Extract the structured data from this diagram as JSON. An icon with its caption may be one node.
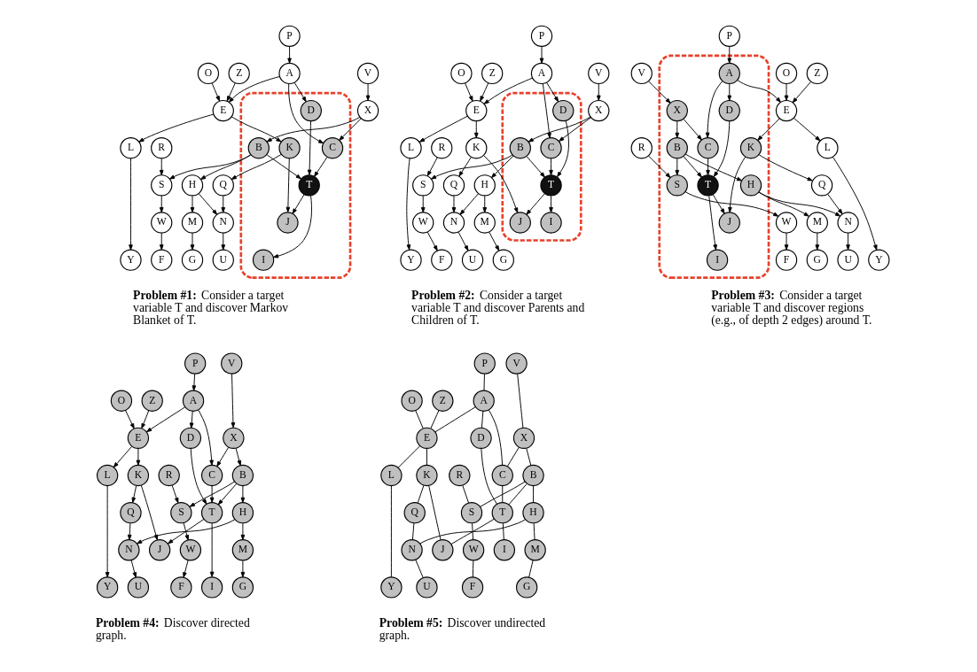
{
  "diagram": {
    "nodes": [
      {
        "text": [],
        "shape": "cloud"
      },
      {
        "text": [
          "V"
        ]
      },
      {
        "text": [
          "P"
        ]
      },
      {
        "text": [
          "X"
        ]
      },
      {
        "text": [
          "A"
        ]
      },
      {
        "text": [
          "Z"
        ]
      },
      {
        "text": [
          "O"
        ]
      },
      {
        "text": [
          "E"
        ]
      },
      {
        "text": [
          "R"
        ]
      },
      {
        "text": [
          "B"
        ],
        "in": 0
      },
      {
        "text": [
          "C"
        ],
        "in": 0
      },
      {
        "text": [
          "D"
        ],
        "in": 0
      },
      {
        "text": [
          "T"
        ],
        "in": 0
      },
      {
        "text": [
          "K"
        ],
        "in": 0
      },
      {
        "text": [
          "S"
        ]
      },
      {
        "text": [
          "H"
        ]
      },
      {
        "text": [
          "I"
        ],
        "in": 0
      },
      {
        "text": [
          "J"
        ],
        "in": 0
      },
      {
        "text": [
          "Q"
        ]
      },
      {
        "text": [
          "L"
        ]
      },
      {
        "text": [
          "W"
        ]
      },
      {
        "text": [
          "M"
        ]
      },
      {
        "text": [
          "N"
        ]
      },
      {
        "text": [
          "Y"
        ]
      },
      {
        "text": [
          "F"
        ]
      },
      {
        "text": [
          "G"
        ]
      },
      {
        "text": [
          "U"
        ]
      },
      {
        "text": [],
        "shape": "cloud"
      },
      {
        "text": [
          "V"
        ]
      },
      {
        "text": [
          "P"
        ]
      },
      {
        "text": [
          "X"
        ]
      },
      {
        "text": [
          "A"
        ]
      },
      {
        "text": [
          "Z"
        ]
      },
      {
        "text": [
          "O"
        ]
      },
      {
        "text": [
          "E"
        ]
      },
      {
        "text": [
          "R"
        ]
      },
      {
        "text": [
          "B"
        ],
        "in": 27
      },
      {
        "text": [
          "C"
        ],
        "in": 27
      },
      {
        "text": [
          "D"
        ],
        "in": 27
      },
      {
        "text": [
          "T"
        ],
        "in": 27
      },
      {
        "text": [
          "K"
        ]
      },
      {
        "text": [
          "S"
        ]
      },
      {
        "text": [
          "H"
        ]
      },
      {
        "text": [
          "I"
        ],
        "in": 27
      },
      {
        "text": [
          "J"
        ],
        "in": 27
      },
      {
        "text": [
          "Q"
        ]
      },
      {
        "text": [
          "L"
        ]
      },
      {
        "text": [
          "W"
        ]
      },
      {
        "text": [
          "M"
        ]
      },
      {
        "text": [
          "N"
        ]
      },
      {
        "text": [
          "Y"
        ]
      },
      {
        "text": [
          "F"
        ]
      },
      {
        "text": [
          "G"
        ]
      },
      {
        "text": [
          "U"
        ]
      },
      {
        "text": [],
        "shape": "cloud"
      },
      {
        "text": [
          "V"
        ]
      },
      {
        "text": [
          "P"
        ]
      },
      {
        "text": [
          "X"
        ],
        "in": 54
      },
      {
        "text": [
          "A"
        ],
        "in": 54
      },
      {
        "text": [
          "Z"
        ]
      },
      {
        "text": [
          "O"
        ]
      },
      {
        "text": [
          "E"
        ]
      },
      {
        "text": [
          "R"
        ]
      },
      {
        "text": [
          "B"
        ],
        "in": 54
      },
      {
        "text": [
          "C"
        ],
        "in": 54
      },
      {
        "text": [
          "D"
        ],
        "in": 54
      },
      {
        "text": [
          "T"
        ],
        "in": 54
      },
      {
        "text": [
          "K"
        ],
        "in": 54
      },
      {
        "text": [
          "S"
        ],
        "in": 54
      },
      {
        "text": [
          "H"
        ],
        "in": 54
      },
      {
        "text": [
          "I"
        ],
        "in": 54
      },
      {
        "text": [
          "J"
        ],
        "in": 54
      },
      {
        "text": [
          "Q"
        ]
      },
      {
        "text": [
          "L"
        ]
      },
      {
        "text": [
          "W"
        ]
      },
      {
        "text": [
          "M"
        ]
      },
      {
        "text": [
          "N"
        ]
      },
      {
        "text": [
          "Y"
        ]
      },
      {
        "text": [
          "F"
        ]
      },
      {
        "text": [
          "G"
        ]
      },
      {
        "text": [
          "U"
        ]
      },
      {
        "text": [
          "V"
        ]
      },
      {
        "text": [
          "P"
        ]
      },
      {
        "text": [
          "X"
        ]
      },
      {
        "text": [
          "A"
        ]
      },
      {
        "text": [
          "Z"
        ]
      },
      {
        "text": [
          "O"
        ]
      },
      {
        "text": [
          "E"
        ]
      },
      {
        "text": [
          "R"
        ]
      },
      {
        "text": [
          "B"
        ]
      },
      {
        "text": [
          "C"
        ]
      },
      {
        "text": [
          "D"
        ]
      },
      {
        "text": [
          "T"
        ]
      },
      {
        "text": [
          "K"
        ]
      },
      {
        "text": [
          "S"
        ]
      },
      {
        "text": [
          "H"
        ]
      },
      {
        "text": [
          "I"
        ]
      },
      {
        "text": [
          "J"
        ]
      },
      {
        "text": [
          "Q"
        ]
      },
      {
        "text": [
          "L"
        ]
      },
      {
        "text": [
          "W"
        ]
      },
      {
        "text": [
          "M"
        ]
      },
      {
        "text": [
          "N"
        ]
      },
      {
        "text": [
          "Y"
        ]
      },
      {
        "text": [
          "F"
        ]
      },
      {
        "text": [
          "G"
        ]
      },
      {
        "text": [
          "U"
        ]
      },
      {
        "text": [
          "V"
        ]
      },
      {
        "text": [
          "P"
        ]
      },
      {
        "text": [
          "X"
        ]
      },
      {
        "text": [
          "A"
        ]
      },
      {
        "text": [
          "Z"
        ]
      },
      {
        "text": [
          "O"
        ]
      },
      {
        "text": [
          "E"
        ]
      },
      {
        "text": [
          "R"
        ]
      },
      {
        "text": [
          "B"
        ]
      },
      {
        "text": [
          "C"
        ]
      },
      {
        "text": [
          "D"
        ]
      },
      {
        "text": [
          "T"
        ]
      },
      {
        "text": [
          "K"
        ]
      },
      {
        "text": [
          "S"
        ]
      },
      {
        "text": [
          "H"
        ]
      },
      {
        "text": [
          "I"
        ]
      },
      {
        "text": [
          "J"
        ]
      },
      {
        "text": [
          "Q"
        ]
      },
      {
        "text": [
          "L"
        ]
      },
      {
        "text": [
          "W"
        ]
      },
      {
        "text": [
          "M"
        ]
      },
      {
        "text": [
          "N"
        ]
      },
      {
        "text": [
          "Y"
        ]
      },
      {
        "text": [
          "F"
        ]
      },
      {
        "text": [
          "G"
        ]
      },
      {
        "text": [
          "U"
        ]
      }
    ],
    "edges": [
      {
        "from": 1,
        "to": 3,
        "arrow": "to"
      },
      {
        "from": 2,
        "to": 4,
        "arrow": "to"
      },
      {
        "from": 3,
        "to": 9,
        "arrow": "to"
      },
      {
        "from": 3,
        "to": 10,
        "arrow": "to"
      },
      {
        "from": 4,
        "to": 10,
        "arrow": "to"
      },
      {
        "from": 4,
        "to": 11,
        "arrow": "to"
      },
      {
        "from": 4,
        "to": 7,
        "arrow": "to"
      },
      {
        "from": 5,
        "to": 7,
        "arrow": "to"
      },
      {
        "from": 6,
        "to": 7,
        "arrow": "to"
      },
      {
        "from": 8,
        "to": 14,
        "arrow": "to"
      },
      {
        "from": 9,
        "to": 14,
        "arrow": "to"
      },
      {
        "from": 9,
        "to": 15,
        "arrow": "to"
      },
      {
        "from": 9,
        "to": 12,
        "arrow": "to"
      },
      {
        "from": 10,
        "to": 12,
        "arrow": "to"
      },
      {
        "from": 11,
        "to": 12,
        "arrow": "to"
      },
      {
        "from": 7,
        "to": 13,
        "arrow": "to"
      },
      {
        "from": 7,
        "to": 19,
        "arrow": "to"
      },
      {
        "from": 13,
        "to": 17,
        "arrow": "to"
      },
      {
        "from": 13,
        "to": 18,
        "arrow": "to"
      },
      {
        "from": 12,
        "to": 16,
        "arrow": "to"
      },
      {
        "from": 12,
        "to": 17,
        "arrow": "to"
      },
      {
        "from": 14,
        "to": 20,
        "arrow": "to"
      },
      {
        "from": 20,
        "to": 24,
        "arrow": "to"
      },
      {
        "from": 15,
        "to": 21,
        "arrow": "to"
      },
      {
        "from": 15,
        "to": 22,
        "arrow": "to"
      },
      {
        "from": 18,
        "to": 22,
        "arrow": "to"
      },
      {
        "from": 19,
        "to": 23,
        "arrow": "to"
      },
      {
        "from": 21,
        "to": 25,
        "arrow": "to"
      },
      {
        "from": 22,
        "to": 26,
        "arrow": "to"
      },
      {
        "from": 28,
        "to": 30,
        "arrow": "to"
      },
      {
        "from": 29,
        "to": 31,
        "arrow": "to"
      },
      {
        "from": 30,
        "to": 36,
        "arrow": "to"
      },
      {
        "from": 30,
        "to": 37,
        "arrow": "to"
      },
      {
        "from": 31,
        "to": 37,
        "arrow": "to"
      },
      {
        "from": 31,
        "to": 38,
        "arrow": "to"
      },
      {
        "from": 31,
        "to": 34,
        "arrow": "to"
      },
      {
        "from": 32,
        "to": 34,
        "arrow": "to"
      },
      {
        "from": 33,
        "to": 34,
        "arrow": "to"
      },
      {
        "from": 35,
        "to": 41,
        "arrow": "to"
      },
      {
        "from": 36,
        "to": 41,
        "arrow": "to"
      },
      {
        "from": 36,
        "to": 42,
        "arrow": "to"
      },
      {
        "from": 36,
        "to": 39,
        "arrow": "to"
      },
      {
        "from": 37,
        "to": 39,
        "arrow": "to"
      },
      {
        "from": 38,
        "to": 39,
        "arrow": "to"
      },
      {
        "from": 34,
        "to": 40,
        "arrow": "to"
      },
      {
        "from": 34,
        "to": 46,
        "arrow": "to"
      },
      {
        "from": 40,
        "to": 44,
        "arrow": "to"
      },
      {
        "from": 40,
        "to": 45,
        "arrow": "to"
      },
      {
        "from": 39,
        "to": 43,
        "arrow": "to"
      },
      {
        "from": 39,
        "to": 44,
        "arrow": "to"
      },
      {
        "from": 41,
        "to": 47,
        "arrow": "to"
      },
      {
        "from": 47,
        "to": 51,
        "arrow": "to"
      },
      {
        "from": 42,
        "to": 48,
        "arrow": "to"
      },
      {
        "from": 42,
        "to": 49,
        "arrow": "to"
      },
      {
        "from": 45,
        "to": 49,
        "arrow": "to"
      },
      {
        "from": 46,
        "to": 50,
        "arrow": "to"
      },
      {
        "from": 48,
        "to": 52,
        "arrow": "to"
      },
      {
        "from": 49,
        "to": 53,
        "arrow": "to"
      },
      {
        "from": 55,
        "to": 57,
        "arrow": "to"
      },
      {
        "from": 56,
        "to": 58,
        "arrow": "to"
      },
      {
        "from": 57,
        "to": 63,
        "arrow": "to"
      },
      {
        "from": 57,
        "to": 64,
        "arrow": "to"
      },
      {
        "from": 58,
        "to": 64,
        "arrow": "to"
      },
      {
        "from": 58,
        "to": 65,
        "arrow": "to"
      },
      {
        "from": 58,
        "to": 61,
        "arrow": "to"
      },
      {
        "from": 59,
        "to": 61,
        "arrow": "to"
      },
      {
        "from": 60,
        "to": 61,
        "arrow": "to"
      },
      {
        "from": 62,
        "to": 68,
        "arrow": "to"
      },
      {
        "from": 63,
        "to": 68,
        "arrow": "to"
      },
      {
        "from": 63,
        "to": 69,
        "arrow": "to"
      },
      {
        "from": 63,
        "to": 66,
        "arrow": "to"
      },
      {
        "from": 64,
        "to": 66,
        "arrow": "to"
      },
      {
        "from": 65,
        "to": 66,
        "arrow": "to"
      },
      {
        "from": 61,
        "to": 67,
        "arrow": "to"
      },
      {
        "from": 61,
        "to": 73,
        "arrow": "to"
      },
      {
        "from": 67,
        "to": 71,
        "arrow": "to"
      },
      {
        "from": 67,
        "to": 72,
        "arrow": "to"
      },
      {
        "from": 66,
        "to": 70,
        "arrow": "to"
      },
      {
        "from": 66,
        "to": 71,
        "arrow": "to"
      },
      {
        "from": 68,
        "to": 74,
        "arrow": "to"
      },
      {
        "from": 74,
        "to": 78,
        "arrow": "to"
      },
      {
        "from": 69,
        "to": 75,
        "arrow": "to"
      },
      {
        "from": 69,
        "to": 76,
        "arrow": "to"
      },
      {
        "from": 72,
        "to": 76,
        "arrow": "to"
      },
      {
        "from": 73,
        "to": 77,
        "arrow": "to"
      },
      {
        "from": 75,
        "to": 79,
        "arrow": "to"
      },
      {
        "from": 76,
        "to": 80,
        "arrow": "to"
      },
      {
        "from": 81,
        "to": 83,
        "arrow": "to"
      },
      {
        "from": 82,
        "to": 84,
        "arrow": "to"
      },
      {
        "from": 83,
        "to": 89,
        "arrow": "to"
      },
      {
        "from": 83,
        "to": 90,
        "arrow": "to"
      },
      {
        "from": 84,
        "to": 90,
        "arrow": "to"
      },
      {
        "from": 84,
        "to": 91,
        "arrow": "to"
      },
      {
        "from": 84,
        "to": 87,
        "arrow": "to"
      },
      {
        "from": 85,
        "to": 87,
        "arrow": "to"
      },
      {
        "from": 86,
        "to": 87,
        "arrow": "to"
      },
      {
        "from": 88,
        "to": 94,
        "arrow": "to"
      },
      {
        "from": 89,
        "to": 94,
        "arrow": "to"
      },
      {
        "from": 89,
        "to": 95,
        "arrow": "to"
      },
      {
        "from": 89,
        "to": 92,
        "arrow": "to"
      },
      {
        "from": 90,
        "to": 92,
        "arrow": "to"
      },
      {
        "from": 91,
        "to": 92,
        "arrow": "to"
      },
      {
        "from": 87,
        "to": 93,
        "arrow": "to"
      },
      {
        "from": 87,
        "to": 99,
        "arrow": "to"
      },
      {
        "from": 93,
        "to": 97,
        "arrow": "to"
      },
      {
        "from": 93,
        "to": 98,
        "arrow": "to"
      },
      {
        "from": 92,
        "to": 96,
        "arrow": "to"
      },
      {
        "from": 92,
        "to": 97,
        "arrow": "to"
      },
      {
        "from": 94,
        "to": 100,
        "arrow": "to"
      },
      {
        "from": 100,
        "to": 104,
        "arrow": "to"
      },
      {
        "from": 95,
        "to": 101,
        "arrow": "to"
      },
      {
        "from": 95,
        "to": 102,
        "arrow": "to"
      },
      {
        "from": 98,
        "to": 102,
        "arrow": "to"
      },
      {
        "from": 99,
        "to": 103,
        "arrow": "to"
      },
      {
        "from": 101,
        "to": 105,
        "arrow": "to"
      },
      {
        "from": 102,
        "to": 106,
        "arrow": "to"
      },
      {
        "from": 107,
        "to": 109,
        "arrow": "none"
      },
      {
        "from": 108,
        "to": 110,
        "arrow": "none"
      },
      {
        "from": 109,
        "to": 115,
        "arrow": "none"
      },
      {
        "from": 109,
        "to": 116,
        "arrow": "none"
      },
      {
        "from": 110,
        "to": 116,
        "arrow": "none"
      },
      {
        "from": 110,
        "to": 117,
        "arrow": "none"
      },
      {
        "from": 110,
        "to": 113,
        "arrow": "none"
      },
      {
        "from": 111,
        "to": 113,
        "arrow": "none"
      },
      {
        "from": 112,
        "to": 113,
        "arrow": "none"
      },
      {
        "from": 114,
        "to": 120,
        "arrow": "none"
      },
      {
        "from": 115,
        "to": 120,
        "arrow": "none"
      },
      {
        "from": 115,
        "to": 121,
        "arrow": "none"
      },
      {
        "from": 115,
        "to": 118,
        "arrow": "none"
      },
      {
        "from": 116,
        "to": 118,
        "arrow": "none"
      },
      {
        "from": 117,
        "to": 118,
        "arrow": "none"
      },
      {
        "from": 113,
        "to": 119,
        "arrow": "none"
      },
      {
        "from": 113,
        "to": 125,
        "arrow": "none"
      },
      {
        "from": 119,
        "to": 123,
        "arrow": "none"
      },
      {
        "from": 119,
        "to": 124,
        "arrow": "none"
      },
      {
        "from": 118,
        "to": 122,
        "arrow": "none"
      },
      {
        "from": 118,
        "to": 123,
        "arrow": "none"
      },
      {
        "from": 120,
        "to": 126,
        "arrow": "none"
      },
      {
        "from": 126,
        "to": 130,
        "arrow": "none"
      },
      {
        "from": 121,
        "to": 127,
        "arrow": "none"
      },
      {
        "from": 121,
        "to": 128,
        "arrow": "none"
      },
      {
        "from": 124,
        "to": 128,
        "arrow": "none"
      },
      {
        "from": 125,
        "to": 129,
        "arrow": "none"
      },
      {
        "from": 127,
        "to": 131,
        "arrow": "none"
      },
      {
        "from": 128,
        "to": 132,
        "arrow": "none"
      }
    ],
    "labels": [
      "**Problem #1:** Consider a target variable T and discover Markov Blanket of T.",
      "**Problem #2:** Consider a target variable T and discover Parents and Children of T.",
      "**Problem #3:** Consider a target variable T and discover regions (e.g., of depth 2 edges) around T.",
      "**Problem #4:** Discover directed graph.",
      "**Problem #5:** Discover undirected graph."
    ]
  }
}
